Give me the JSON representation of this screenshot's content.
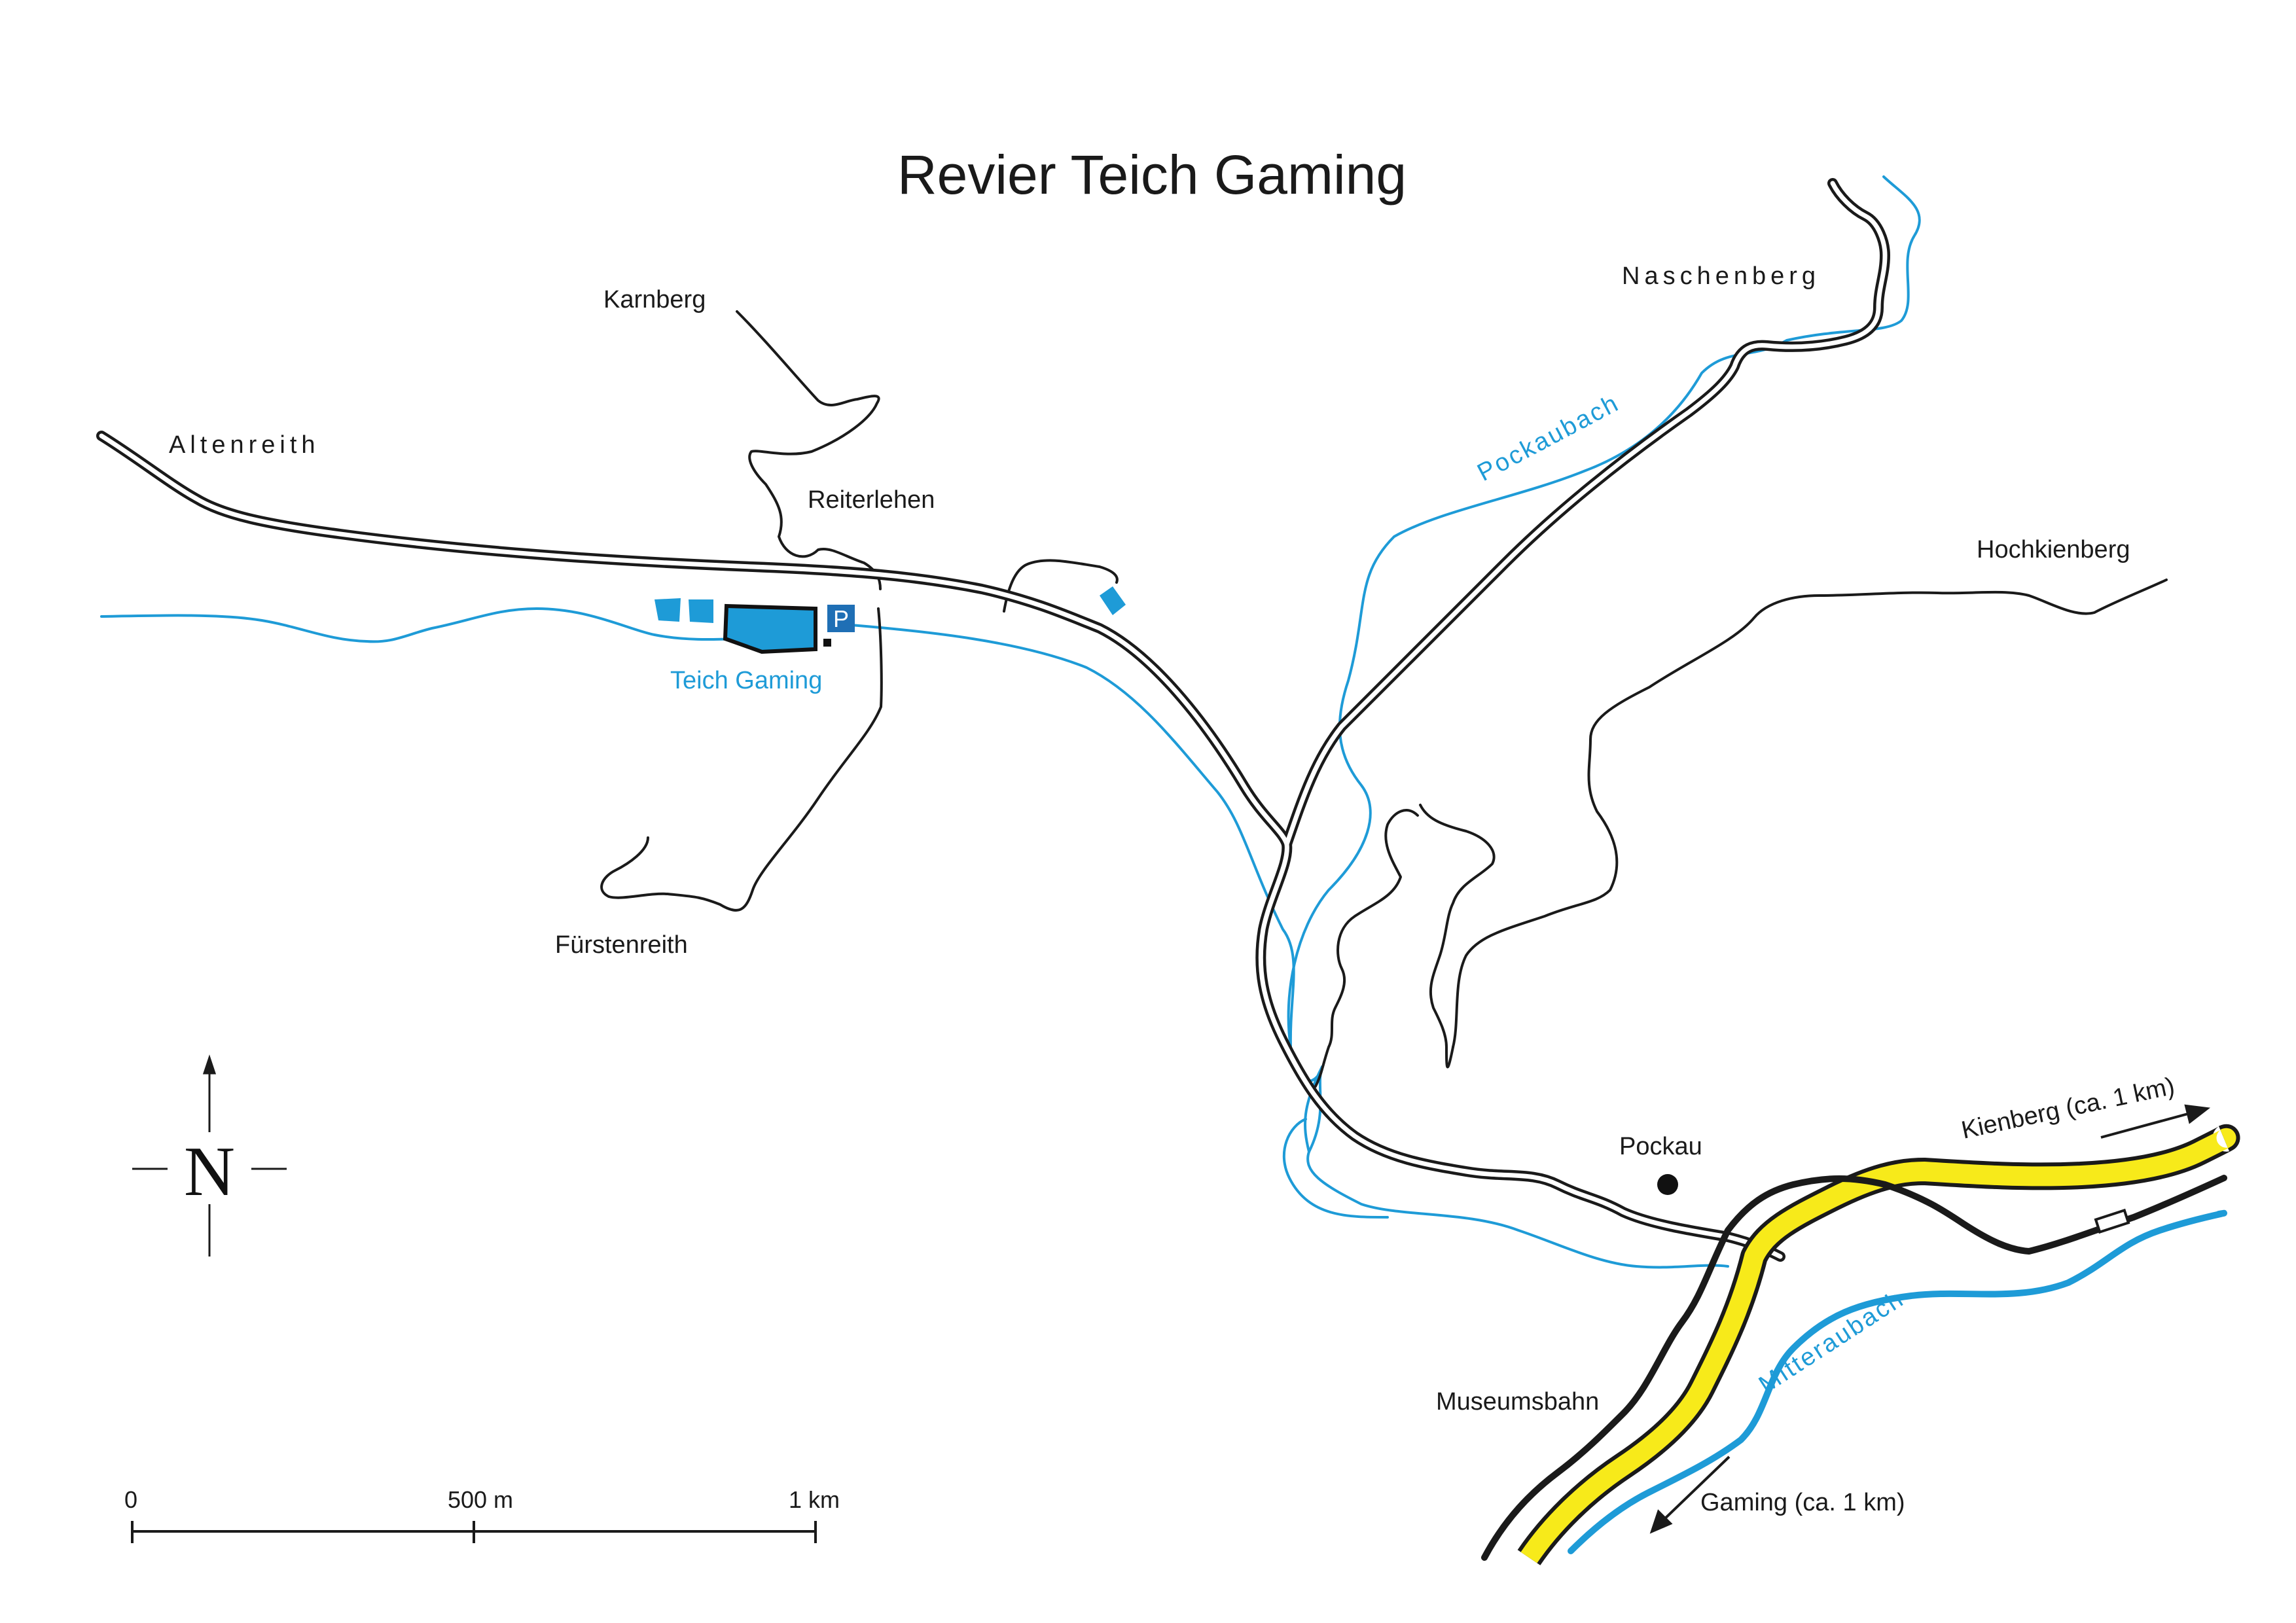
{
  "title": "Revier Teich Gaming",
  "places": {
    "karnberg": "Karnberg",
    "altenreith": "Altenreith",
    "reiterlehen": "Reiterlehen",
    "fuerstenreith": "Fürstenreith",
    "naschenberg": "Naschenberg",
    "hochkienberg": "Hochkienberg",
    "pockau": "Pockau",
    "museumsbahn": "Museumsbahn"
  },
  "water": {
    "teich": "Teich Gaming",
    "pockaubach": "Pockaubach",
    "mitteraubach": "Mitteraubach"
  },
  "directions": {
    "kienberg": "Kienberg  (ca. 1 km)",
    "gaming": "Gaming (ca. 1 km)"
  },
  "parking": "P",
  "compass": "N",
  "scale": {
    "start": "0",
    "mid": "500 m",
    "end": "1 km"
  },
  "colors": {
    "water": "#1e9bd7",
    "main_road": "#f7ea1a",
    "lines": "#1a1a1a",
    "parking": "#1f6fb5"
  }
}
